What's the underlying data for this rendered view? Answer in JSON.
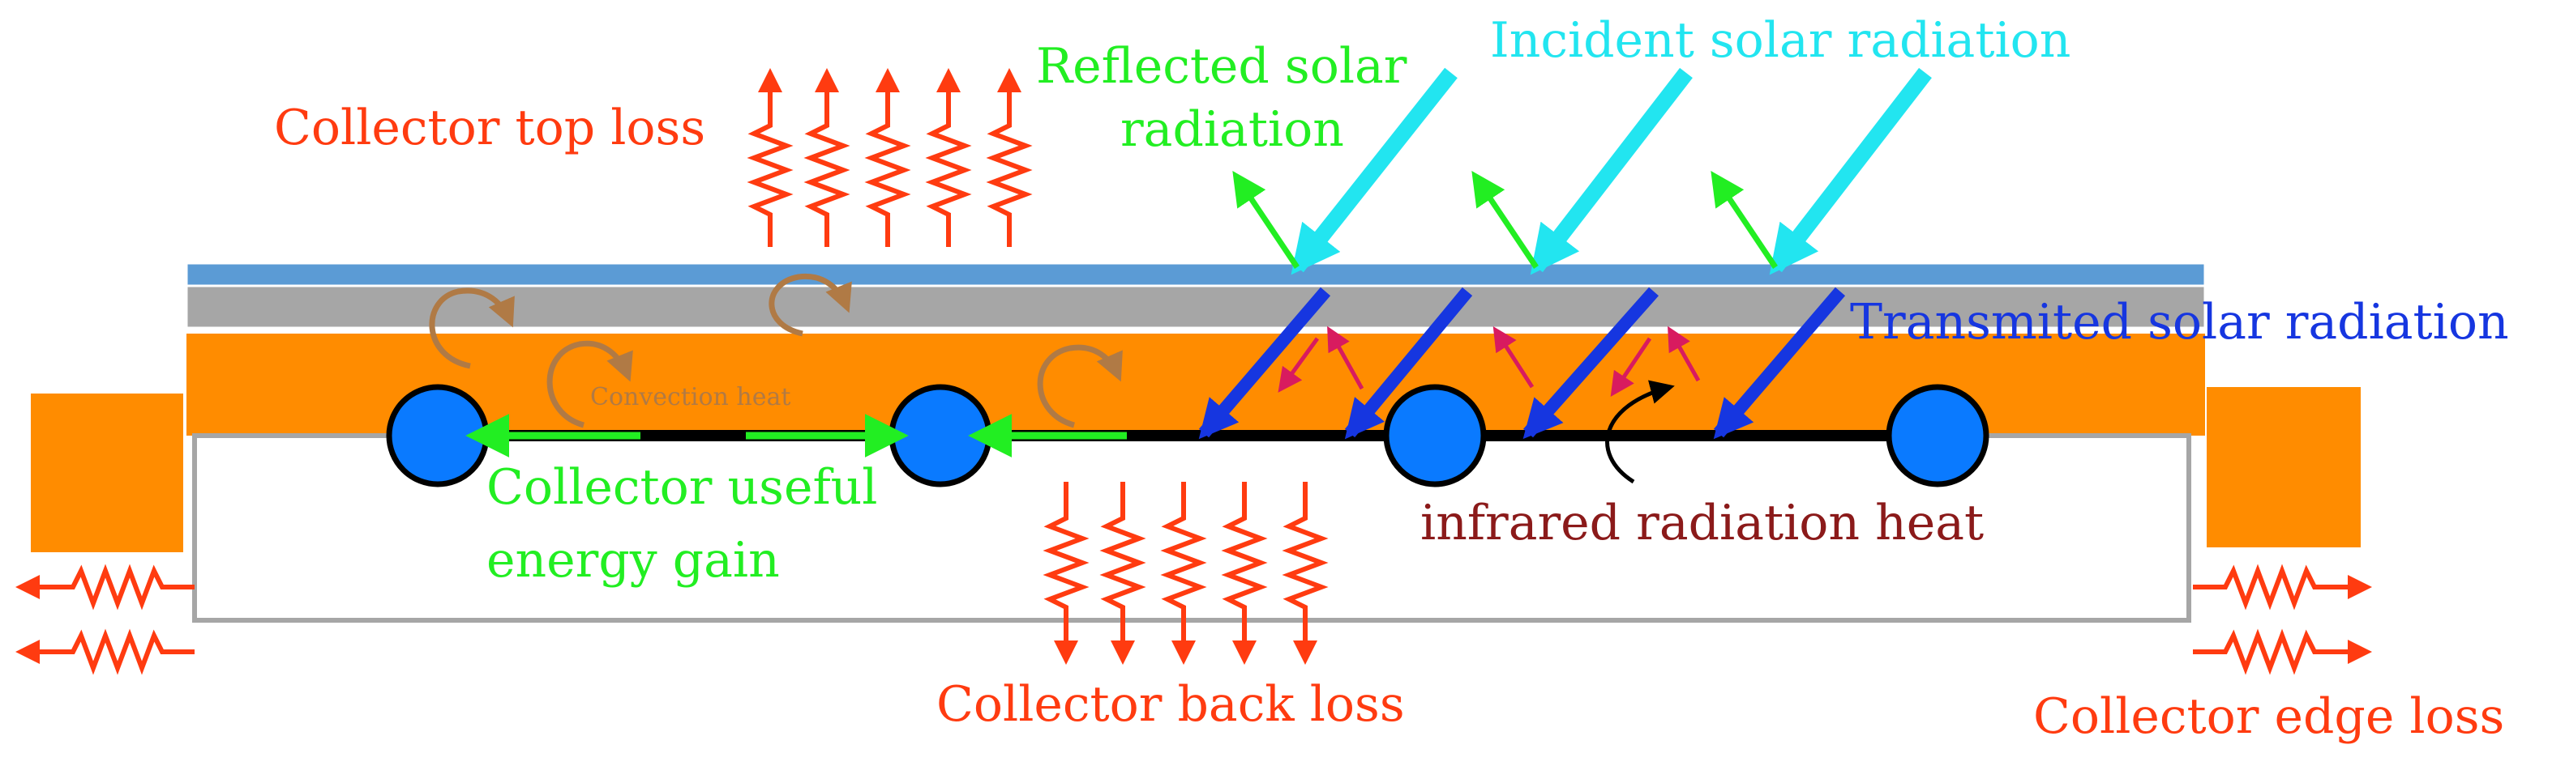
{
  "labels": {
    "top_loss": "Collector top loss",
    "reflected_line1": "Reflected solar",
    "reflected_line2": "radiation",
    "incident": "Incident solar radiation",
    "transmitted": "Transmited solar radiation",
    "convection": "Convection heat",
    "useful_line1": "Collector useful",
    "useful_line2": "energy gain",
    "infrared": "infrared radiation heat",
    "back_loss": "Collector back loss",
    "edge_loss": "Collector edge loss"
  },
  "colors": {
    "loss": "#ff3b10",
    "reflected": "#22ee22",
    "incident": "#22e5f0",
    "transmitted": "#1636e0",
    "infrared_label": "#8b1a1a",
    "infrared_arrows": "#d81b5f",
    "convection": "#b07a45",
    "glass_cover": "#5b9bd5",
    "glass_gap": "#a6a6a6",
    "air_gap": "#ff8c00",
    "tube": "#0a7aff",
    "insulation_box": "#ffffff",
    "insulation_border": "#a6a6a6"
  }
}
